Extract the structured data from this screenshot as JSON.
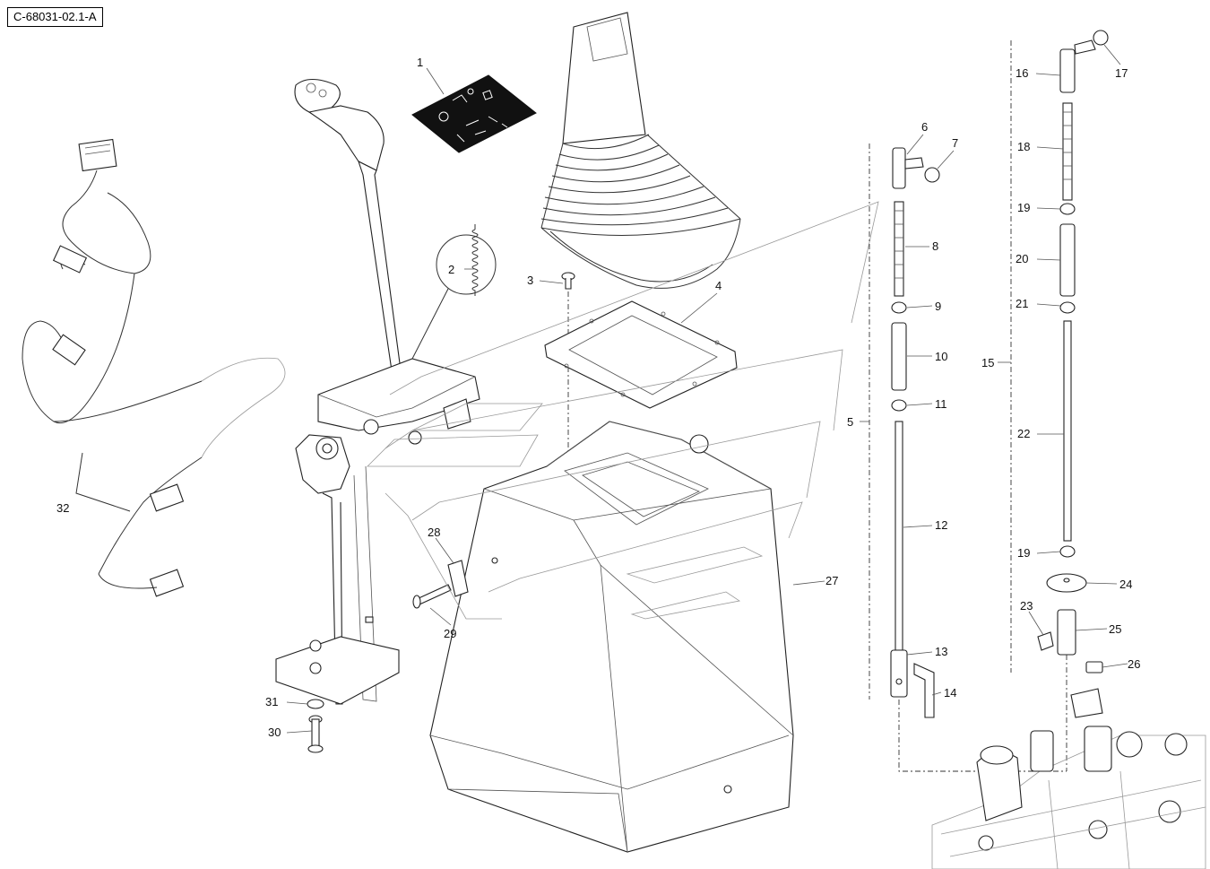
{
  "reference_code": "C-68031-02.1-A",
  "callouts": [
    "1",
    "2",
    "3",
    "4",
    "5",
    "6",
    "7",
    "8",
    "9",
    "10",
    "11",
    "12",
    "13",
    "14",
    "15",
    "16",
    "17",
    "18",
    "19",
    "19",
    "20",
    "21",
    "22",
    "23",
    "24",
    "25",
    "26",
    "27",
    "28",
    "29",
    "30",
    "31",
    "32"
  ]
}
